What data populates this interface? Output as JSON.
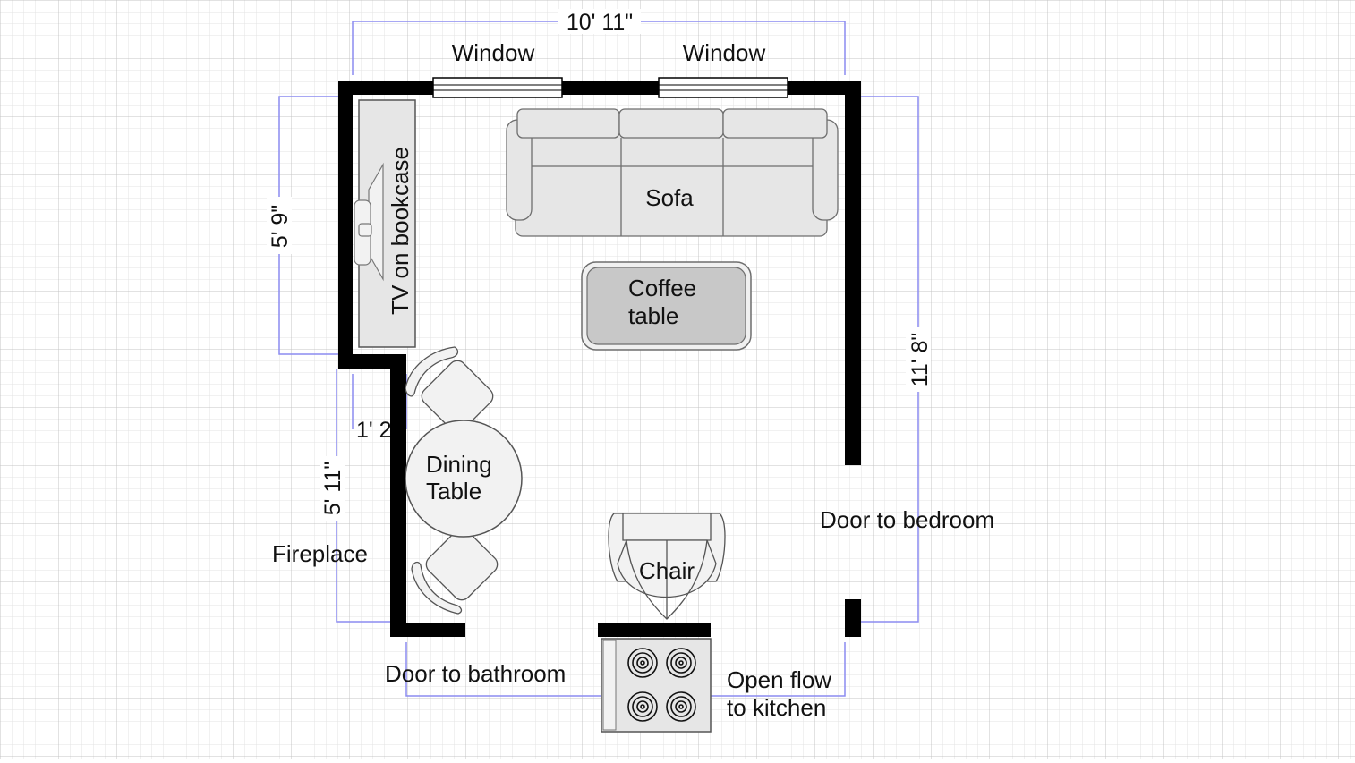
{
  "colors": {
    "background": "#ffffff",
    "grid_minor": "#e3e3e3",
    "grid_major": "#c4c4c4",
    "wall": "#000000",
    "dimension_line": "#8c8cf0",
    "furniture_fill": "#e6e6e6",
    "furniture_stroke": "#6e6e6e",
    "coffee_table_fill": "#c8c8c8"
  },
  "dimensions": {
    "top_width": "10' 11\"",
    "left_upper": "5' 9\"",
    "right_height": "11' 8\"",
    "left_lower": "5' 11\"",
    "step": "1' 2"
  },
  "labels": {
    "window_left": "Window",
    "window_right": "Window",
    "tv": "TV on bookcase",
    "sofa": "Sofa",
    "coffee_table": [
      "Coffee",
      "table"
    ],
    "dining_table": [
      "Dining",
      "Table"
    ],
    "chair": "Chair",
    "fireplace": "Fireplace",
    "door_bedroom": "Door to bedroom",
    "door_bathroom": "Door to bathroom",
    "open_flow": [
      "Open flow",
      "to kitchen"
    ]
  },
  "icons": {
    "stove": "stovetop-icon",
    "tv": "television-icon"
  }
}
